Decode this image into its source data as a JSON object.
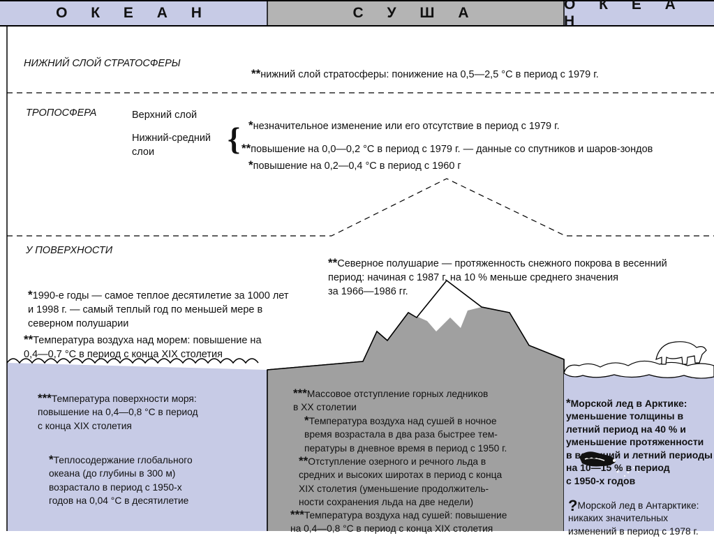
{
  "headers": {
    "ocean_left": "О К Е А Н",
    "land": "С У Ш А",
    "ocean_right": "О К Е А Н"
  },
  "colors": {
    "ocean": "#c7cbe6",
    "land": "#c1c1c1",
    "land_header": "#b4b4b4",
    "mountain": "#9a9a9a",
    "snow": "#ffffff",
    "text": "#111111"
  },
  "layers": {
    "stratosphere": {
      "label": "НИЖНИЙ СЛОЙ СТРАТОСФЕРЫ",
      "marker": "**",
      "text": "нижний слой стратосферы: понижение на 0,5—2,5 °С в период с 1979 г."
    },
    "troposphere": {
      "label": "ТРОПОСФЕРА",
      "upper_label": "Верхний слой",
      "upper_marker": "*",
      "upper_text": "незначительное изменение или его отсутствие в период с 1979 г.",
      "lower_label": "Нижний-средний\nслои",
      "brace": "{",
      "lower_marker_1": "**",
      "lower_text_1": "повышение на 0,0—0,2 °С в период с 1979 г. — данные со спутников и шаров-зондов",
      "lower_marker_2": "*",
      "lower_text_2": "повышение на 0,2—0,4 °С в период с 1960 г"
    },
    "surface": {
      "label": "У ПОВЕРХНОСТИ",
      "snow_marker": "**",
      "snow_text": "Северное полушарие — протяженность снежного покрова в весенний\n   период: начиная с 1987 г. на 10 % меньше среднего значения\n   за 1966—1986 гг.",
      "decade_marker": "*",
      "decade_text": "1990-е годы — самое теплое десятилетие за 1000 лет\n и 1998 г. — самый теплый год по меньшей мере в\n северном полушарии",
      "air_sea_marker": "**",
      "air_sea_text": "Температура воздуха над морем: повышение на\n 0,4—0,7 °С в период с конца XIX столетия"
    }
  },
  "ocean_left": {
    "sst_marker": "***",
    "sst_text": "Температура поверхности моря:\n   повышение на 0,4—0,8 °С в период\n   с конца XIX столетия",
    "heat_marker": "*",
    "heat_text": "Теплосодержание глобального\n   океана (до глубины в 300 м)\n   возрастало в период с 1950-х\n   годов на 0,04 °С в десятилетие"
  },
  "land": {
    "glacier_marker": "***",
    "glacier_text": "Массовое отступление горных ледников\n в ХХ столетии",
    "night_marker": "*",
    "night_text": "Температура воздуха над сушей в ночное\n время возрастала в два раза быстрее тем-\n пературы в дневное время в период с 1950 г.",
    "lake_marker": "**",
    "lake_text": "Отступление озерного и речного льда в\n средних и высоких широтах в период с конца\n XIX столетия (уменьшение продолжитель-\n ности сохранения льда на две недели)",
    "land_air_marker": "***",
    "land_air_text": "Температура воздуха над сушей: повышение\n на 0,4—0,8 °С в период с конца XIX столетия"
  },
  "ocean_right": {
    "arctic_marker": "*",
    "arctic_text": "Морской лед в Арктике:\n уменьшение толщины в\n летний период  на 40 % и\n уменьшение протяженности\nв весенний и летний периоды\n        на 10—15 % в период\n           с 1950-х годов",
    "antarctic_marker": "?",
    "antarctic_text": "Морской лед в Антарктике:\nникаких значительных\nизменений в период с 1978 г."
  },
  "icons": [
    "polar-bear-icon",
    "penguin-icon",
    "mountain-icon",
    "ice-floe-icon"
  ]
}
